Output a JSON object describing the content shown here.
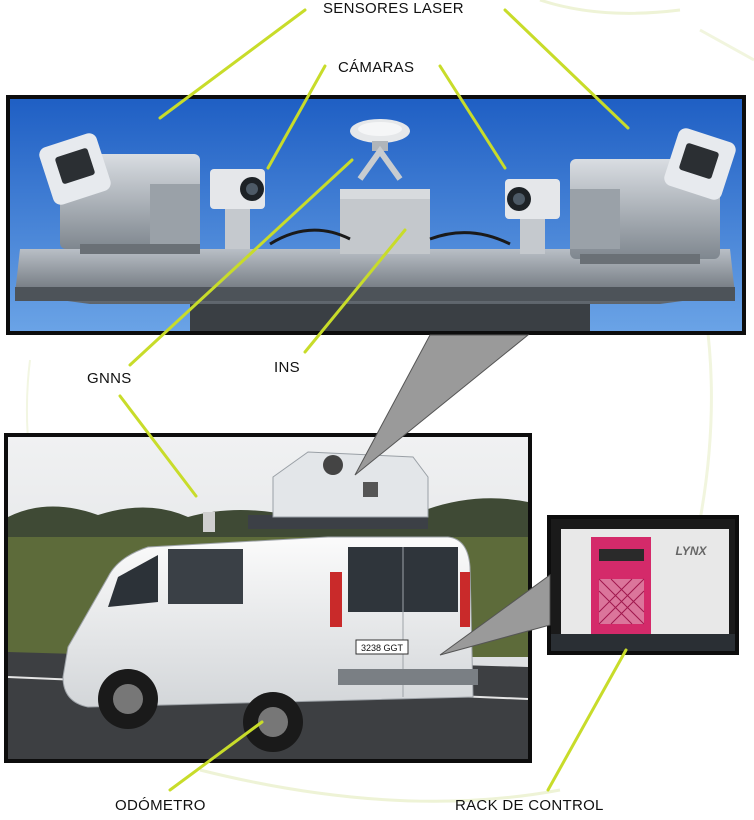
{
  "labels": {
    "sensores_laser": "SENSORES LASER",
    "camaras": "CÁMARAS",
    "gnns": "GNNS",
    "ins": "INS",
    "odometro": "ODÓMETRO",
    "rack_de_control": "RACK DE CONTROL"
  },
  "plates": {
    "van_plate": "3238 GGT"
  },
  "logos": {
    "rack_brand": "LYNX"
  },
  "colors": {
    "leader_line": "#c8dc2a",
    "callout_gray": "#9a9a9a",
    "frame": "#0d0d0d"
  }
}
